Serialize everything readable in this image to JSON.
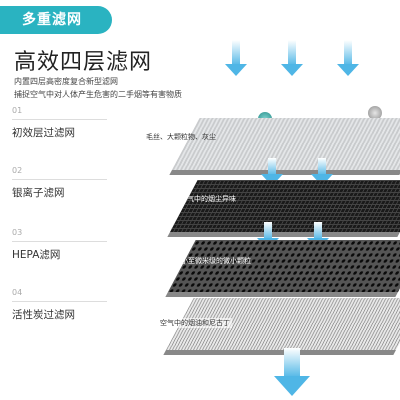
{
  "header": {
    "tag": "多重滤网",
    "title": "高效四层滤网",
    "subtitle_1": "内置四层高密度复合新型滤网",
    "subtitle_2": "捕捉空气中对人体产生危害的二手烟等有害物质"
  },
  "layers": [
    {
      "num": "01",
      "name": "初效层过滤网",
      "caption": "毛丝、大颗粒物、灰尘"
    },
    {
      "num": "02",
      "name": "银离子滤网",
      "caption": "有效除去空气中的烟尘异味"
    },
    {
      "num": "03",
      "name": "HEPA滤网",
      "caption": "可除去小至微米级的微小颗粒"
    },
    {
      "num": "04",
      "name": "活性炭过滤网",
      "caption": "空气中的烟油和尼古丁"
    }
  ],
  "colors": {
    "accent": "#2ab3c1",
    "arrow": "#4fb6e6"
  }
}
